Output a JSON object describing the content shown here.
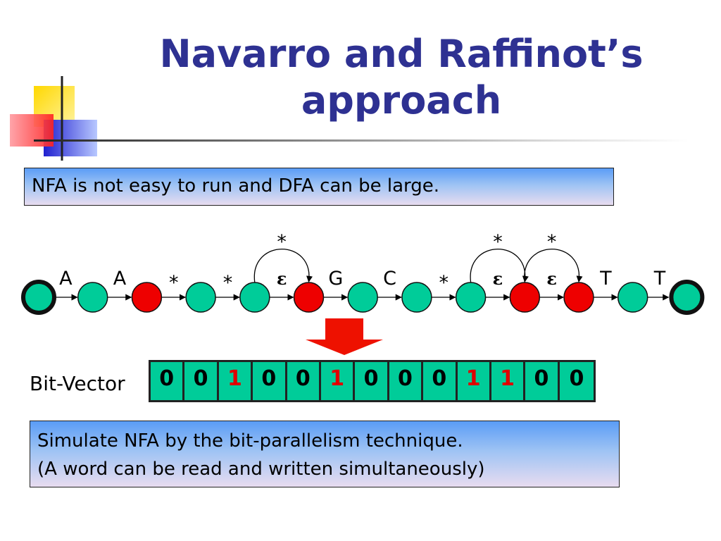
{
  "title": {
    "line1": "Navarro and Raffinot’s",
    "line2": "approach"
  },
  "note_top": "NFA is not easy to run and DFA can be large.",
  "nfa": {
    "states": [
      {
        "kind": "start",
        "color": "#00cc99"
      },
      {
        "kind": "normal",
        "color": "#00cc99"
      },
      {
        "kind": "red",
        "color": "#ee0000"
      },
      {
        "kind": "normal",
        "color": "#00cc99"
      },
      {
        "kind": "normal",
        "color": "#00cc99"
      },
      {
        "kind": "red",
        "color": "#ee0000"
      },
      {
        "kind": "normal",
        "color": "#00cc99"
      },
      {
        "kind": "normal",
        "color": "#00cc99"
      },
      {
        "kind": "normal",
        "color": "#00cc99"
      },
      {
        "kind": "red",
        "color": "#ee0000"
      },
      {
        "kind": "red",
        "color": "#ee0000"
      },
      {
        "kind": "normal",
        "color": "#00cc99"
      },
      {
        "kind": "final",
        "color": "#00cc99"
      }
    ],
    "edge_labels": [
      "A",
      "A",
      "*",
      "*",
      "ε",
      "G",
      "C",
      "*",
      "ε",
      "ε",
      "T",
      "T"
    ],
    "loops": [
      {
        "from": 4,
        "to": 5,
        "label": "*"
      },
      {
        "from": 8,
        "to": 9,
        "label": "*"
      },
      {
        "from": 9,
        "to": 10,
        "label": "*"
      }
    ]
  },
  "bit_vector": {
    "label": "Bit-Vector",
    "bits": [
      "0",
      "0",
      "1",
      "0",
      "0",
      "1",
      "0",
      "0",
      "0",
      "1",
      "1",
      "0",
      "0"
    ],
    "highlight_color": "#e00000"
  },
  "note_bottom": {
    "line1": "Simulate NFA by the bit-parallelism technique.",
    "line2": "(A word can be read and written simultaneously)"
  }
}
